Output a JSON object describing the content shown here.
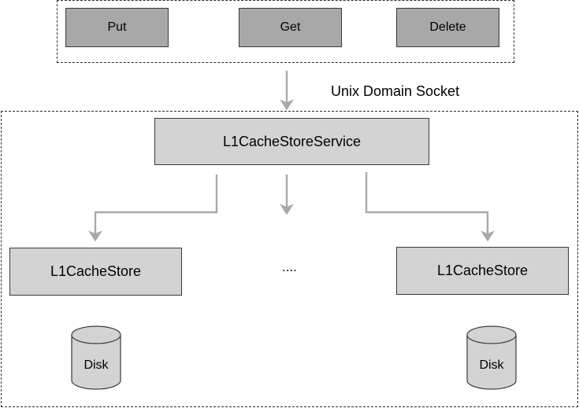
{
  "client_ops": {
    "put_label": "Put",
    "get_label": "Get",
    "delete_label": "Delete"
  },
  "transport": {
    "label": "Unix Domain Socket"
  },
  "service": {
    "label": "L1CacheStoreService"
  },
  "stores": {
    "left_label": "L1CacheStore",
    "right_label": "L1CacheStore",
    "ellipsis": "...."
  },
  "disks": {
    "left_label": "Disk",
    "right_label": "Disk"
  },
  "colors": {
    "op_box_fill": "#a8a8a8",
    "node_fill": "#d3d3d3",
    "arrow": "#a8a8a8",
    "border": "#3a3a3a"
  }
}
